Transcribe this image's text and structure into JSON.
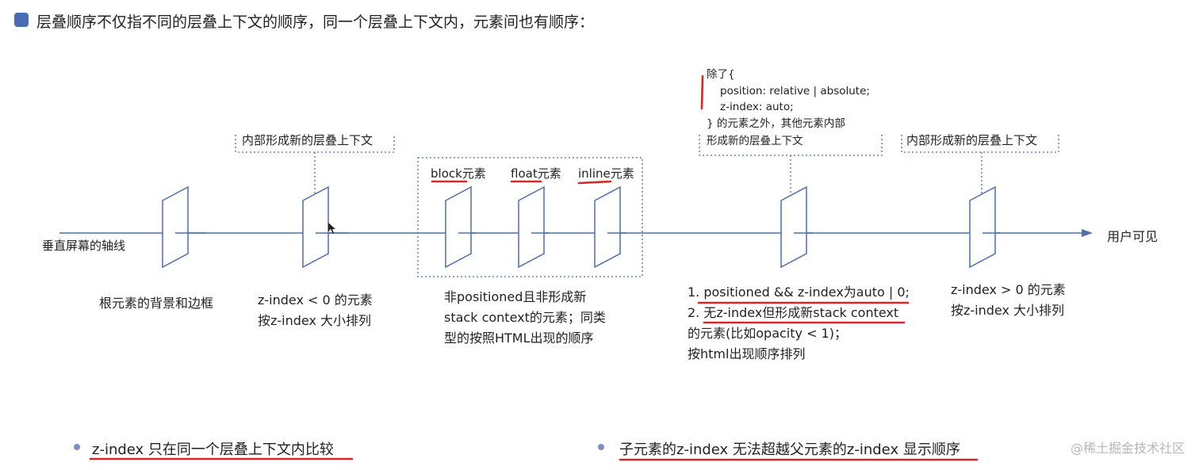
{
  "title": "层叠顺序不仅指不同的层叠上下文的顺序，同一个层叠上下文内，元素间也有顺序：",
  "axis": {
    "label": "垂直屏幕的轴线",
    "end_label": "用户可见"
  },
  "annotations": {
    "inner_context_1": "内部形成新的层叠上下文",
    "inner_context_2": "内部形成新的层叠上下文",
    "block_label": "block元素",
    "float_label": "float元素",
    "inline_label": "inline元素",
    "except_lines": [
      "除了{",
      "position: relative | absolute;",
      "z-index: auto;",
      "} 的元素之外，其他元素内部",
      "形成新的层叠上下文"
    ]
  },
  "captions": {
    "root": "根元素的背景和边框",
    "negative_lines": [
      "z-index < 0 的元素",
      "按z-index 大小排列"
    ],
    "non_positioned_lines": [
      "非positioned且非形成新",
      "stack context的元素；同类",
      "型的按照HTML出现的顺序"
    ],
    "auto_lines": [
      "1. positioned && z-index为auto | 0;",
      "2. 无z-index但形成新stack context",
      "的元素(比如opacity < 1)；",
      "按html出现顺序排列"
    ],
    "positive_lines": [
      "z-index > 0 的元素",
      "按z-index 大小排列"
    ]
  },
  "bullets": [
    "z-index  只在同一个层叠上下文内比较",
    "子元素的z-index 无法超越父元素的z-index 显示顺序"
  ],
  "watermark": "@稀土掘金技术社区",
  "colors": {
    "accent_blue": "#4a6bb5",
    "underline_red": "#d62828",
    "line_blue": "#4f6fa8"
  }
}
